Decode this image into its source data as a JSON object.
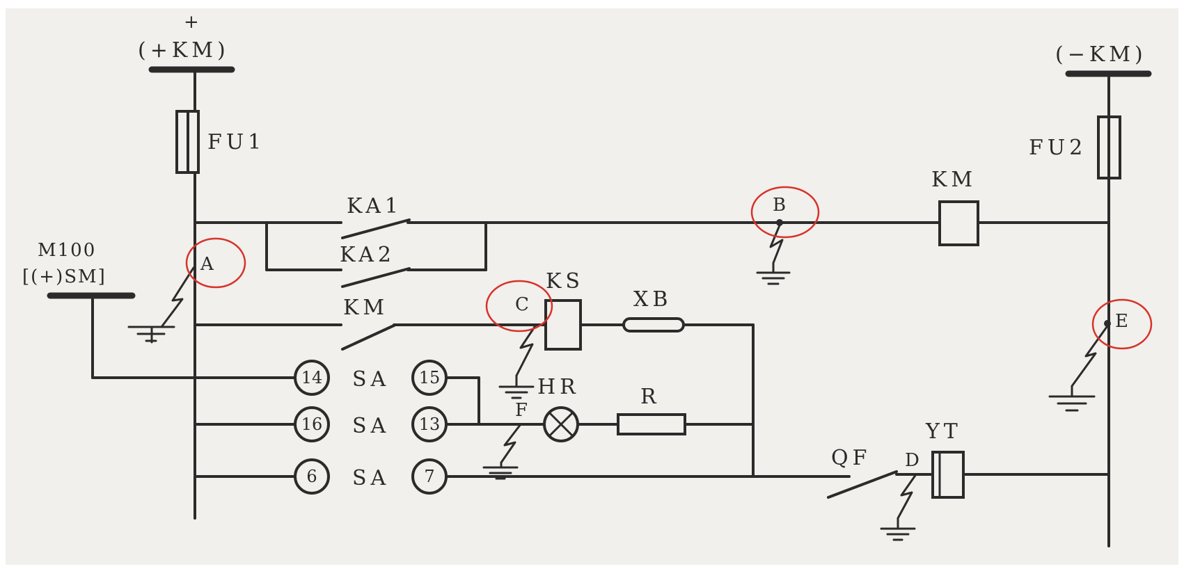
{
  "diagram": {
    "plus_sign": "+",
    "bus_pos": "(+KM)",
    "bus_neg": "(−KM)",
    "fuse1": "FU1",
    "fuse2": "FU2",
    "km_coil": "KM",
    "ka1": "KA1",
    "ka2": "KA2",
    "km_contact": "KM",
    "ks": "KS",
    "xb": "XB",
    "hr": "HR",
    "r": "R",
    "yt": "YT",
    "qf": "QF",
    "m100": "M100",
    "sm": "[(+)SM]",
    "sa1": "SA",
    "sa2": "SA",
    "sa3": "SA",
    "t14": "14",
    "t15": "15",
    "t16": "16",
    "t13": "13",
    "t6": "6",
    "t7": "7",
    "point_a": "A",
    "point_b": "B",
    "point_c": "C",
    "point_d": "D",
    "point_e": "E",
    "point_f": "F"
  },
  "colors": {
    "ink": "#2b2b2b",
    "paper": "#f1f0ec",
    "highlight": "#d8322a"
  }
}
